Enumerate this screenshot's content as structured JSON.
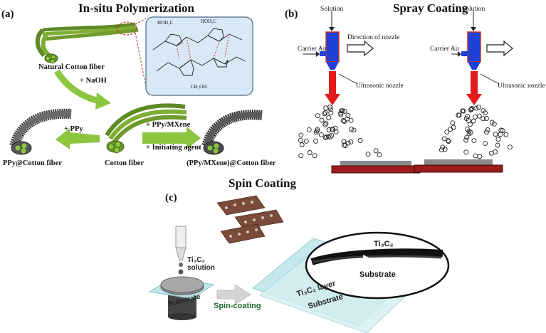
{
  "panel_a": {
    "label": "(a)",
    "title": "In-situ Polymerization",
    "natural_fiber": "Natural Cotton fiber",
    "naoh_step": "+ NaOH",
    "ppy_step": "+ PPy",
    "mxene_step": "+ PPy/MXene",
    "initiator_step": "+ Initiating agent",
    "ppy_fiber": "PPy@Cotton fiber",
    "cotton_fiber": "Cotton fiber",
    "composite_fiber": "(PPy/MXene)@Cotton fiber",
    "molecule_labels": [
      "HOH₂C",
      "HOH₂C",
      "CH₂OH"
    ],
    "colors": {
      "fiber": "#6f9a2c",
      "coated_fiber": "#4a4a4a",
      "arrow": "#8cc63f",
      "molecule_box": "#d8e8f6",
      "hbond": "#d9534f"
    }
  },
  "panel_b": {
    "label": "(b)",
    "title": "Spray Coating",
    "solution_label": "Solution",
    "carrier_air_label": "Carrier Air",
    "nozzle_direction_label": "Direction of nozzle",
    "ultrasonic_nozzle_label": "Ultrasonic nozzle",
    "colors": {
      "nozzle": "#1f3fd6",
      "spray_arrow": "#e31b1b",
      "substrate": "#9e1b1b",
      "film": "#8a8a8a"
    }
  },
  "panel_c": {
    "label": "(c)",
    "title": "Spin Coating",
    "solution_label": "Ti₃C₂ solution",
    "substrate_label": "Substrate",
    "process_label": "Spin-coating",
    "layer_label": "Ti₃C₂ layer",
    "substrate_label_2": "Substrate",
    "zoom_material": "Ti₃C₂",
    "zoom_substrate": "Substrate",
    "colors": {
      "glass": "#bfe6ea",
      "mxene_flake": "#7a4a3a",
      "arrow": "#cccccc"
    }
  }
}
